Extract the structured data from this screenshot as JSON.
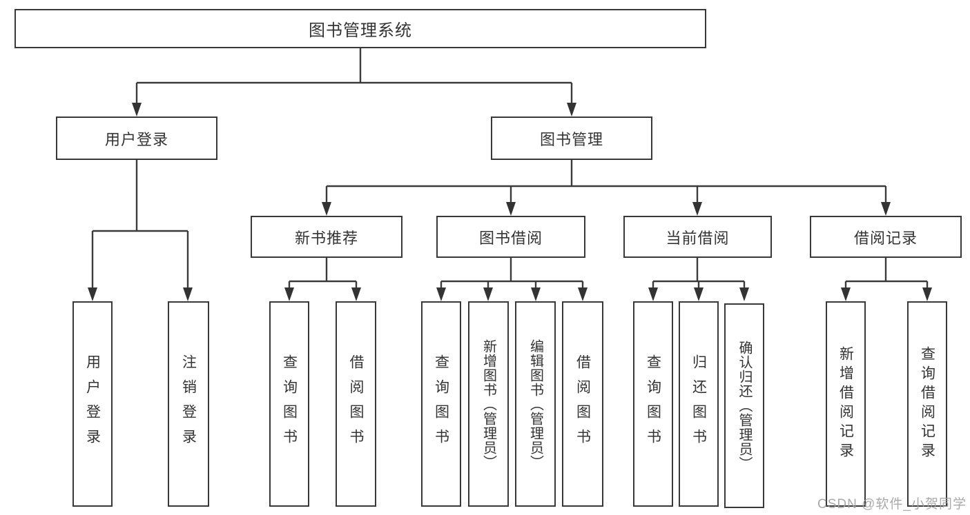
{
  "root": {
    "label": "图书管理系统"
  },
  "tree": {
    "user_login": {
      "label": "用户登录",
      "children": [
        {
          "label": "用户登录"
        },
        {
          "label": "注销登录"
        }
      ]
    },
    "book_management": {
      "label": "图书管理",
      "children": {
        "new_book": {
          "label": "新书推荐",
          "children": [
            {
              "label": "查询图书"
            },
            {
              "label": "借阅图书"
            }
          ]
        },
        "borrowing": {
          "label": "图书借阅",
          "children": [
            {
              "label": "查询图书"
            },
            {
              "label": "新增图书（管理员）"
            },
            {
              "label": "编辑图书（管理员）"
            },
            {
              "label": "借阅图书"
            }
          ]
        },
        "current": {
          "label": "当前借阅",
          "children": [
            {
              "label": "查询图书"
            },
            {
              "label": "归还图书"
            },
            {
              "label": "确认归还（管理员）"
            }
          ]
        },
        "records": {
          "label": "借阅记录",
          "children": [
            {
              "label": "新增借阅记录"
            },
            {
              "label": "查询借阅记录"
            }
          ]
        }
      }
    }
  },
  "watermark": "CSDN @软件_小贺同学",
  "colors": {
    "line": "#3a3a3a",
    "box_border": "#383838",
    "text": "#333333",
    "background": "#ffffff",
    "watermark": "#a0a0a0"
  }
}
